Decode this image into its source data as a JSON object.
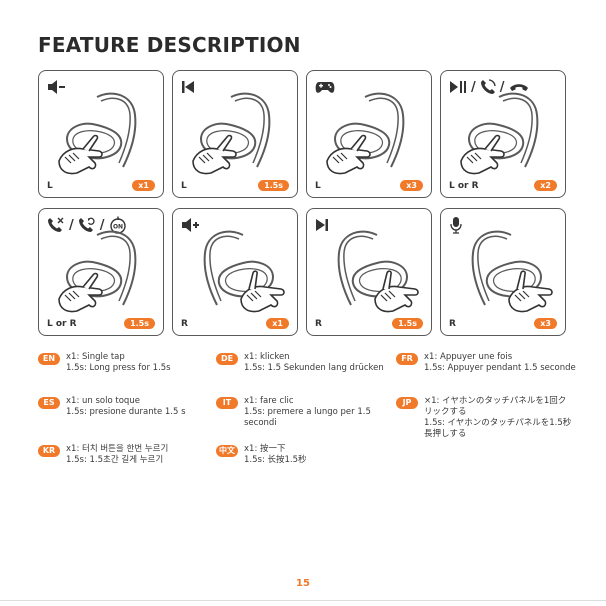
{
  "page": {
    "title": "FEATURE DESCRIPTION",
    "page_number": "15"
  },
  "cards": [
    {
      "icons": [
        "volume-down-icon"
      ],
      "side": "L",
      "badge": "x1"
    },
    {
      "icons": [
        "previous-track-icon"
      ],
      "side": "L",
      "badge": "1.5s"
    },
    {
      "icons": [
        "game-controller-icon"
      ],
      "side": "L",
      "badge": "x3"
    },
    {
      "icons": [
        "play-pause-icon",
        "answer-call-icon",
        "hang-up-icon"
      ],
      "side": "L or R",
      "badge": "x2"
    },
    {
      "icons": [
        "reject-call-icon",
        "switch-call-icon",
        "power-on-icon"
      ],
      "side": "L or R",
      "badge": "1.5s"
    },
    {
      "icons": [
        "volume-up-icon"
      ],
      "side": "R",
      "badge": "x1"
    },
    {
      "icons": [
        "next-track-icon"
      ],
      "side": "R",
      "badge": "1.5s"
    },
    {
      "icons": [
        "microphone-icon"
      ],
      "side": "R",
      "badge": "x3"
    }
  ],
  "separator": "/",
  "languages": {
    "en": {
      "code": "EN",
      "line1": "x1: Single tap",
      "line2": "1.5s: Long press for 1.5s"
    },
    "de": {
      "code": "DE",
      "line1": "x1: klicken",
      "line2": "1.5s: 1.5 Sekunden lang drücken"
    },
    "fr": {
      "code": "FR",
      "line1": "x1: Appuyer une fois",
      "line2": "1.5s: Appuyer pendant 1.5 seconde"
    },
    "es": {
      "code": "ES",
      "line1": "x1: un solo toque",
      "line2": "1.5s: presione durante 1.5 s"
    },
    "it": {
      "code": "IT",
      "line1": "x1: fare clic",
      "line2": "1.5s: premere a lungo per 1.5",
      "line3": "secondi"
    },
    "jp": {
      "code": "JP",
      "line1": "×1: イヤホンのタッチパネルを1回ク",
      "line2": "リックする",
      "line3": "1.5s: イヤホンのタッチパネルを1.5秒",
      "line4": "長押しする"
    },
    "kr": {
      "code": "KR",
      "line1": "x1: 터치 버튼을 한번 누르기",
      "line2": "1.5s: 1.5초간 길게 누르기"
    },
    "zh": {
      "code": "中文",
      "line1": "x1: 按一下",
      "line2": "1.5s: 长按1.5秒"
    }
  },
  "colors": {
    "accent": "#f07a2a",
    "line": "#5a5a5a"
  }
}
